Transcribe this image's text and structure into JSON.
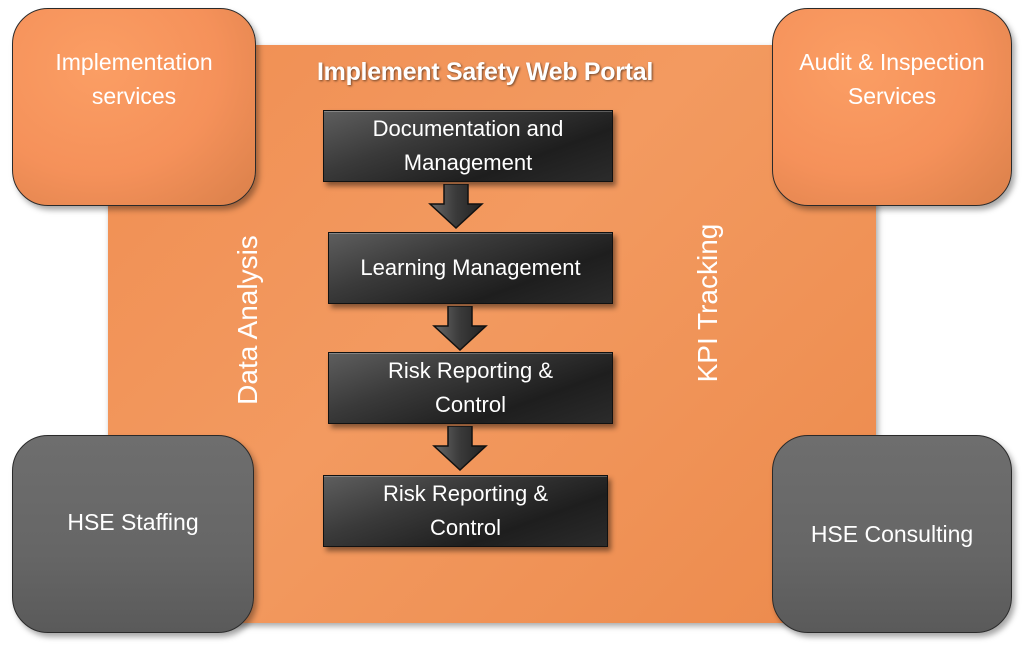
{
  "title": "Implement Safety Web Portal",
  "corners": {
    "top_left": "Implementation services",
    "top_right": "Audit & Inspection Services",
    "bottom_left": "HSE Staffing",
    "bottom_right": "HSE Consulting"
  },
  "side_labels": {
    "left": "Data Analysis",
    "right": "KPI Tracking"
  },
  "steps": [
    "Documentation and Management",
    "Learning Management",
    "Risk Reporting & Control",
    "Risk Reporting & Control"
  ],
  "colors": {
    "panel": "#f39a60",
    "corner_orange": "#f5915a",
    "corner_gray": "#666666",
    "step": "#2b2b2b",
    "arrow": "#3a3a3a"
  }
}
